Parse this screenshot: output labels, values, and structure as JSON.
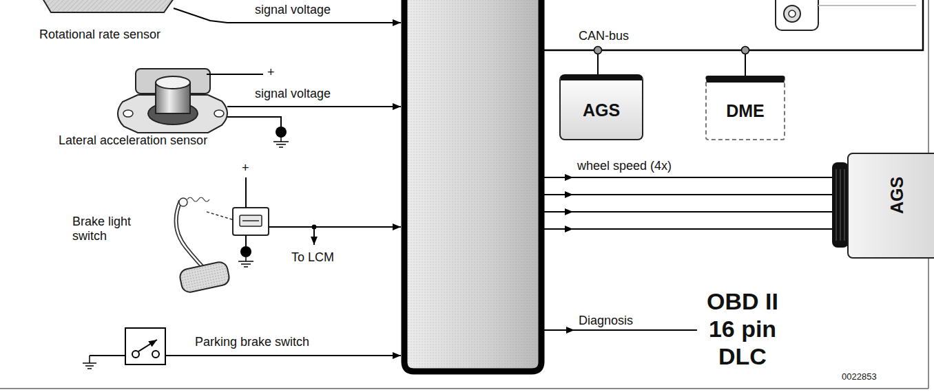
{
  "diagram": {
    "nodes": [
      {
        "text": [
          "AGS"
        ]
      },
      {
        "text": [
          "DME"
        ]
      },
      {
        "text": [
          "AGS"
        ]
      }
    ],
    "labels": [
      "signal voltage",
      "Rotational rate sensor",
      "+",
      "signal voltage",
      "Lateral acceleration sensor",
      "+",
      "Brake light switch",
      "To LCM",
      "Parking brake switch",
      "CAN-bus",
      "wheel speed (4x)",
      "Diagnosis",
      "OBD II 16 pin DLC",
      "0022853"
    ]
  }
}
